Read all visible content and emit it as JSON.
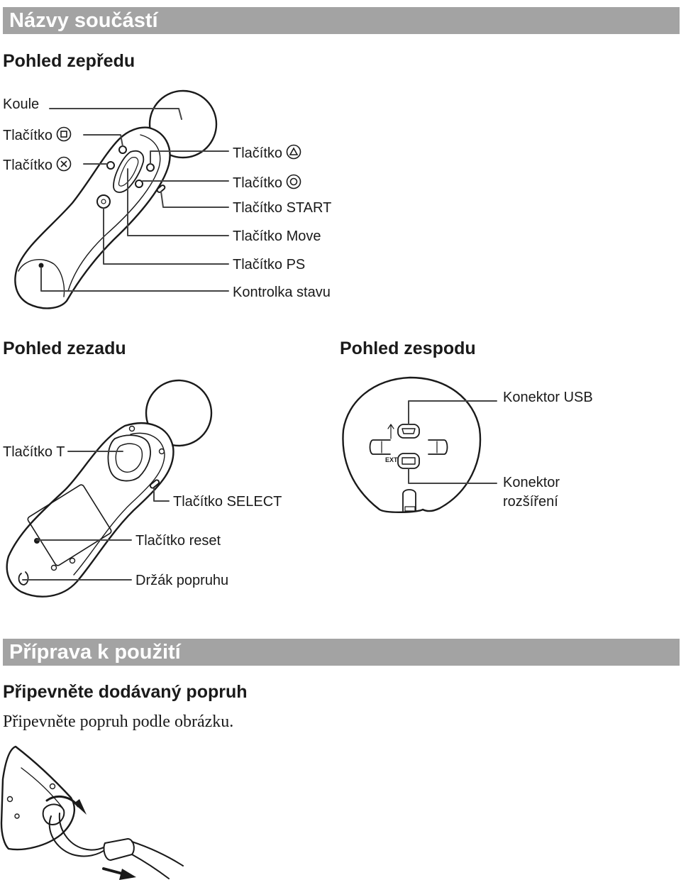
{
  "section1": {
    "title": "Názvy součástí"
  },
  "front": {
    "heading": "Pohled zepředu",
    "labels": {
      "koule": "Koule",
      "square": "Tlačítko",
      "cross": "Tlačítko",
      "triangle": "Tlačítko",
      "circle": "Tlačítko",
      "start": "Tlačítko START",
      "move": "Tlačítko Move",
      "ps": "Tlačítko PS",
      "status": "Kontrolka stavu"
    }
  },
  "rear": {
    "heading": "Pohled zezadu",
    "labels": {
      "t": "Tlačítko T",
      "select": "Tlačítko SELECT",
      "reset": "Tlačítko reset",
      "strap": "Držák popruhu"
    }
  },
  "bottom": {
    "heading": "Pohled zespodu",
    "labels": {
      "usb": "Konektor USB",
      "ext": "Konektor rozšíření"
    },
    "ext_mark": "EXT"
  },
  "section2": {
    "title": "Příprava k použití",
    "subheading": "Připevněte dodávaný popruh",
    "body": "Připevněte popruh podle obrázku."
  }
}
